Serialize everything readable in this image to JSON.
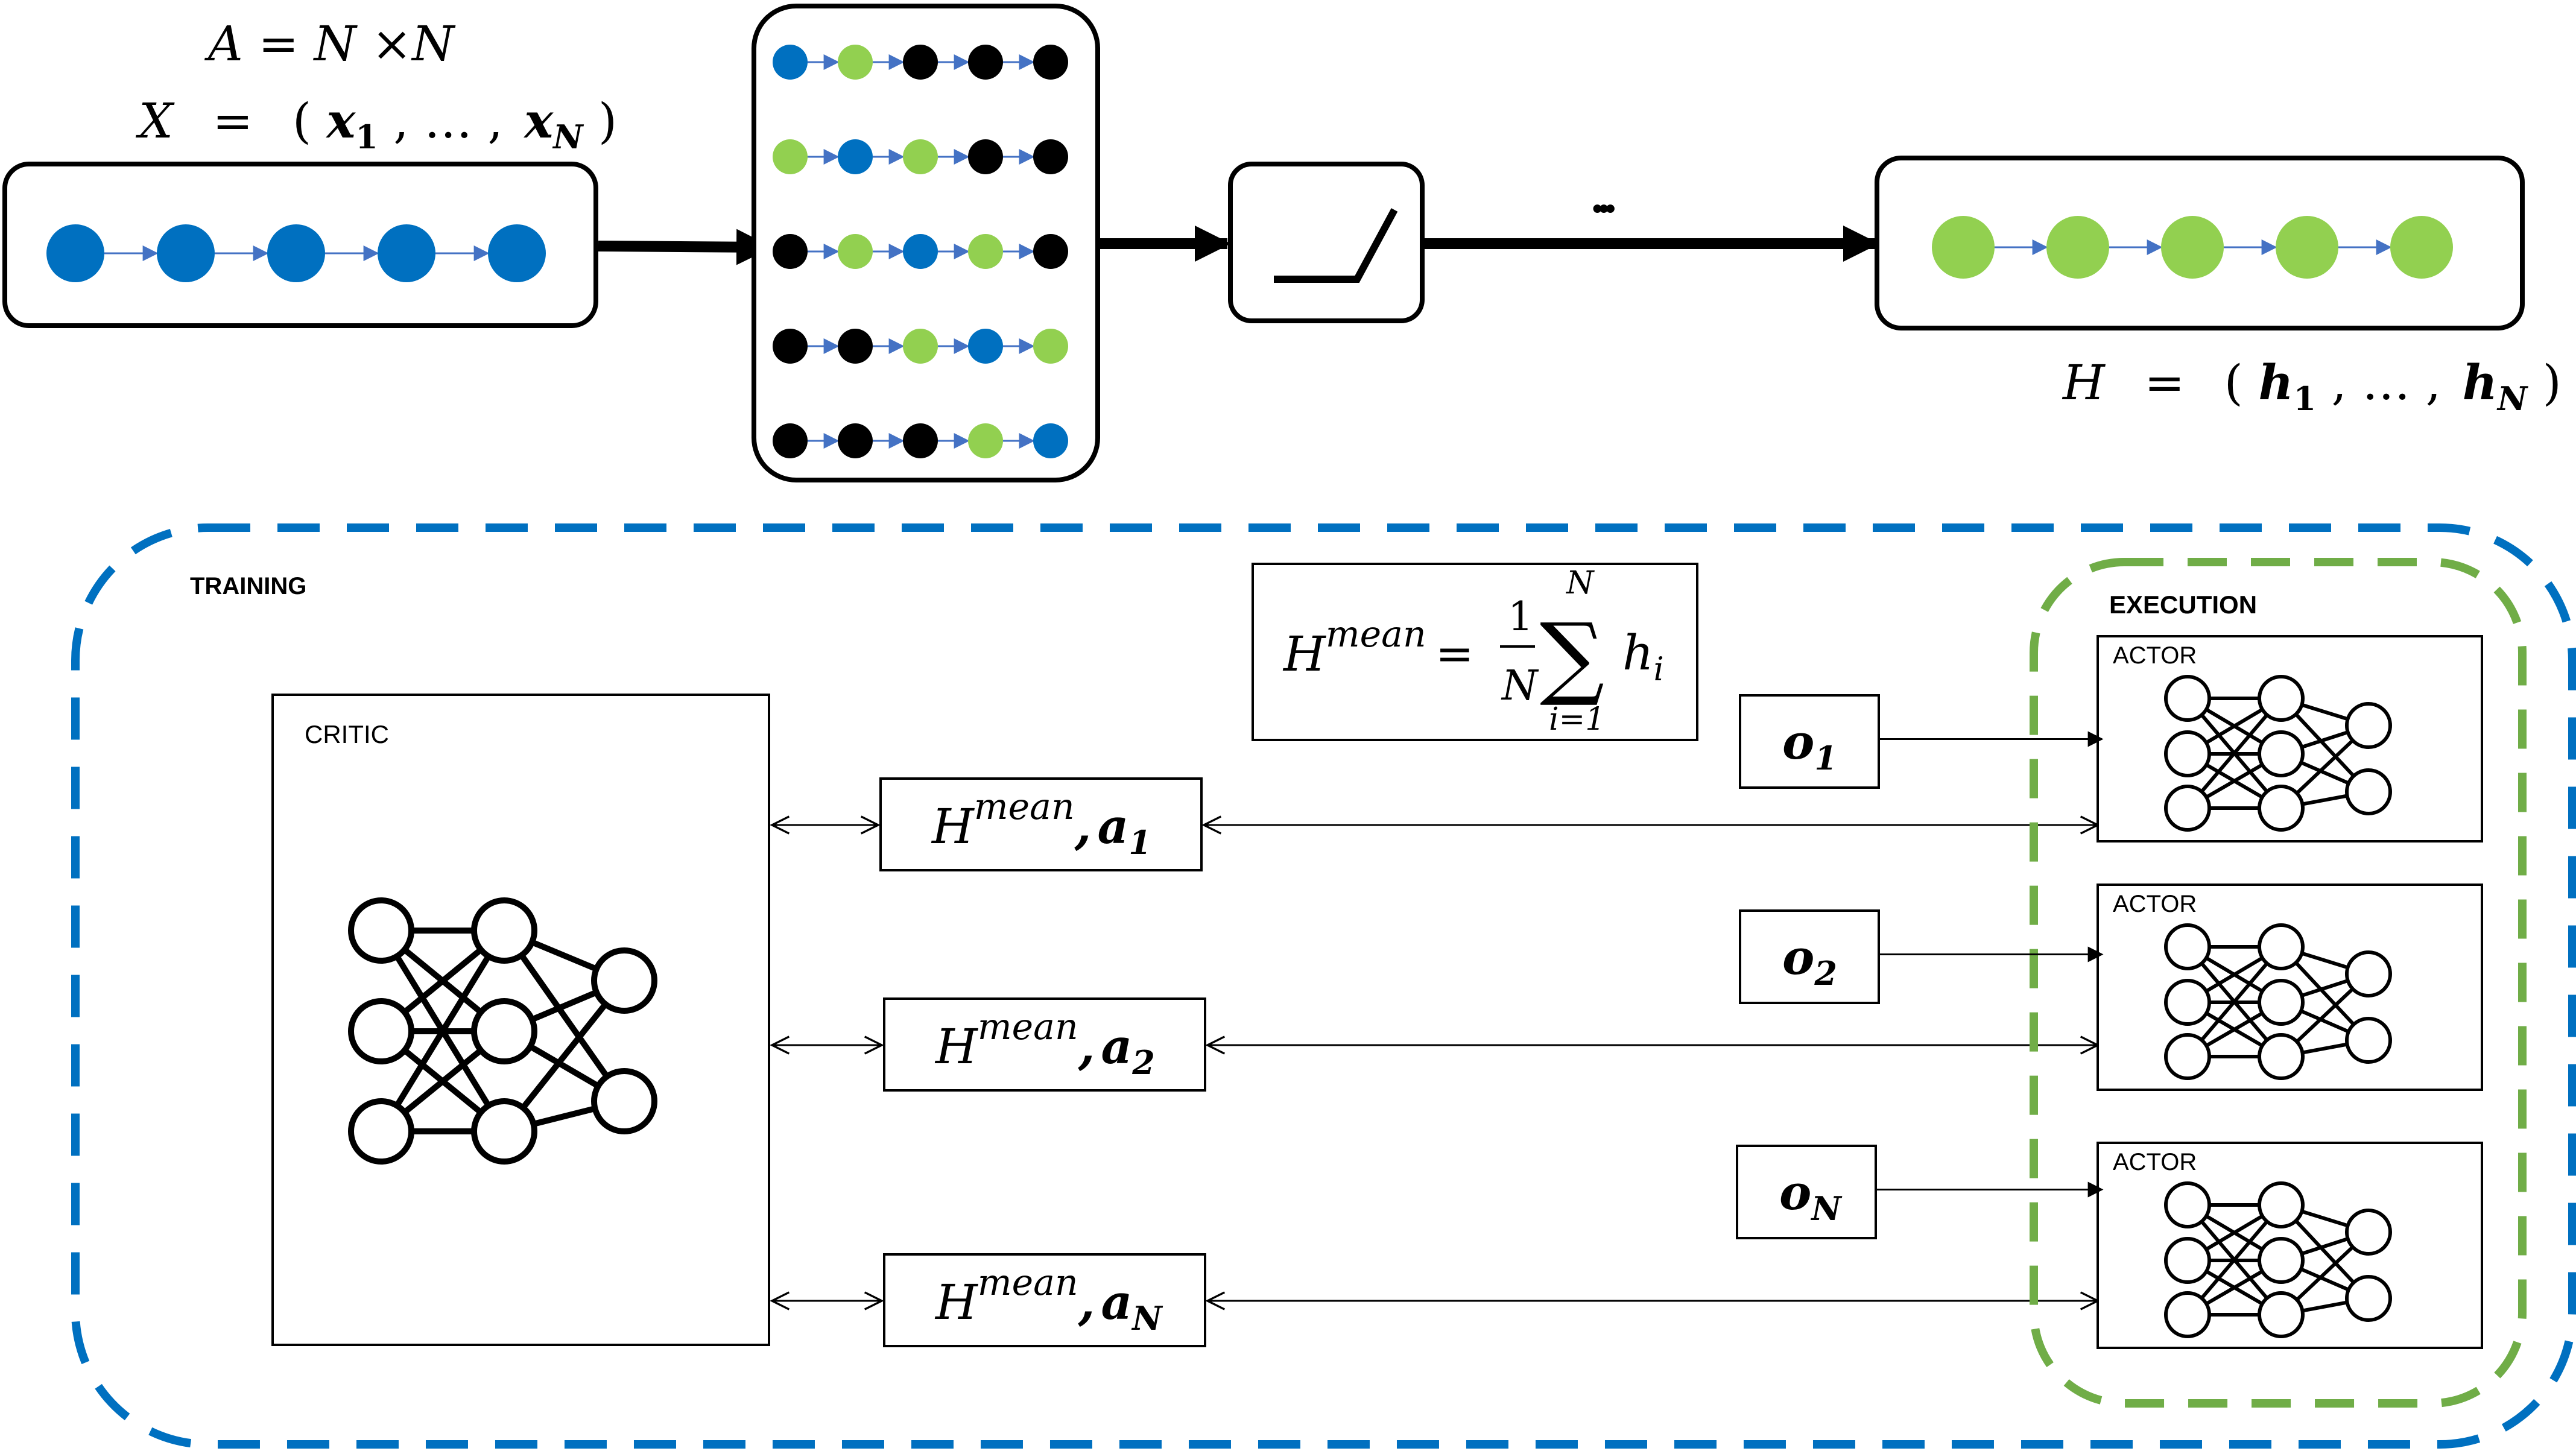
{
  "colors": {
    "blue": "#0070C0",
    "green": "#92D050",
    "black": "#000000",
    "arrow_blue": "#4472C4",
    "training_border": "#0070C0",
    "execution_border": "#70AD47"
  },
  "top": {
    "adjacency_formula": "A  = N ×N",
    "features_lhs": "X",
    "features_eq": "=",
    "features_rhs_open": "(",
    "x": "x",
    "x_sub_1": "1",
    "ellipsis_comma": ", … ,",
    "x_sub_n": "N",
    "features_rhs_close": ")",
    "dots": "•••",
    "hidden_lhs": "H",
    "hidden_eq": "=",
    "h": "h",
    "h_sub_1": "1",
    "h_sub_n": "N",
    "input_nodes": [
      "blue",
      "blue",
      "blue",
      "blue",
      "blue"
    ],
    "conv_rows": [
      [
        "blue",
        "green",
        "black",
        "black",
        "black"
      ],
      [
        "green",
        "blue",
        "green",
        "black",
        "black"
      ],
      [
        "black",
        "green",
        "blue",
        "green",
        "black"
      ],
      [
        "black",
        "black",
        "green",
        "blue",
        "green"
      ],
      [
        "black",
        "black",
        "black",
        "green",
        "blue"
      ]
    ],
    "output_nodes": [
      "green",
      "green",
      "green",
      "green",
      "green"
    ],
    "activation_icon": "relu-icon"
  },
  "training": {
    "label": "TRAINING",
    "critic_label": "CRITIC",
    "mean_formula": {
      "H": "H",
      "sup": "mean",
      "eq": "=",
      "numerator": "1",
      "denominator": "N",
      "sigma": "∑",
      "upper": "N",
      "lower": "i=1",
      "h": "h",
      "sub_i": "i"
    },
    "inputs": [
      {
        "H": "H",
        "sup": "mean",
        "sep": ",",
        "a": "a",
        "sub": "1"
      },
      {
        "H": "H",
        "sup": "mean",
        "sep": ",",
        "a": "a",
        "sub": "2"
      },
      {
        "H": "H",
        "sup": "mean",
        "sep": ",",
        "a": "a",
        "sub": "N"
      }
    ]
  },
  "execution": {
    "label": "EXECUTION",
    "actors": [
      {
        "label": "ACTOR",
        "obs": "o",
        "obs_sub": "1"
      },
      {
        "label": "ACTOR",
        "obs": "o",
        "obs_sub": "2"
      },
      {
        "label": "ACTOR",
        "obs": "o",
        "obs_sub": "N"
      }
    ]
  }
}
